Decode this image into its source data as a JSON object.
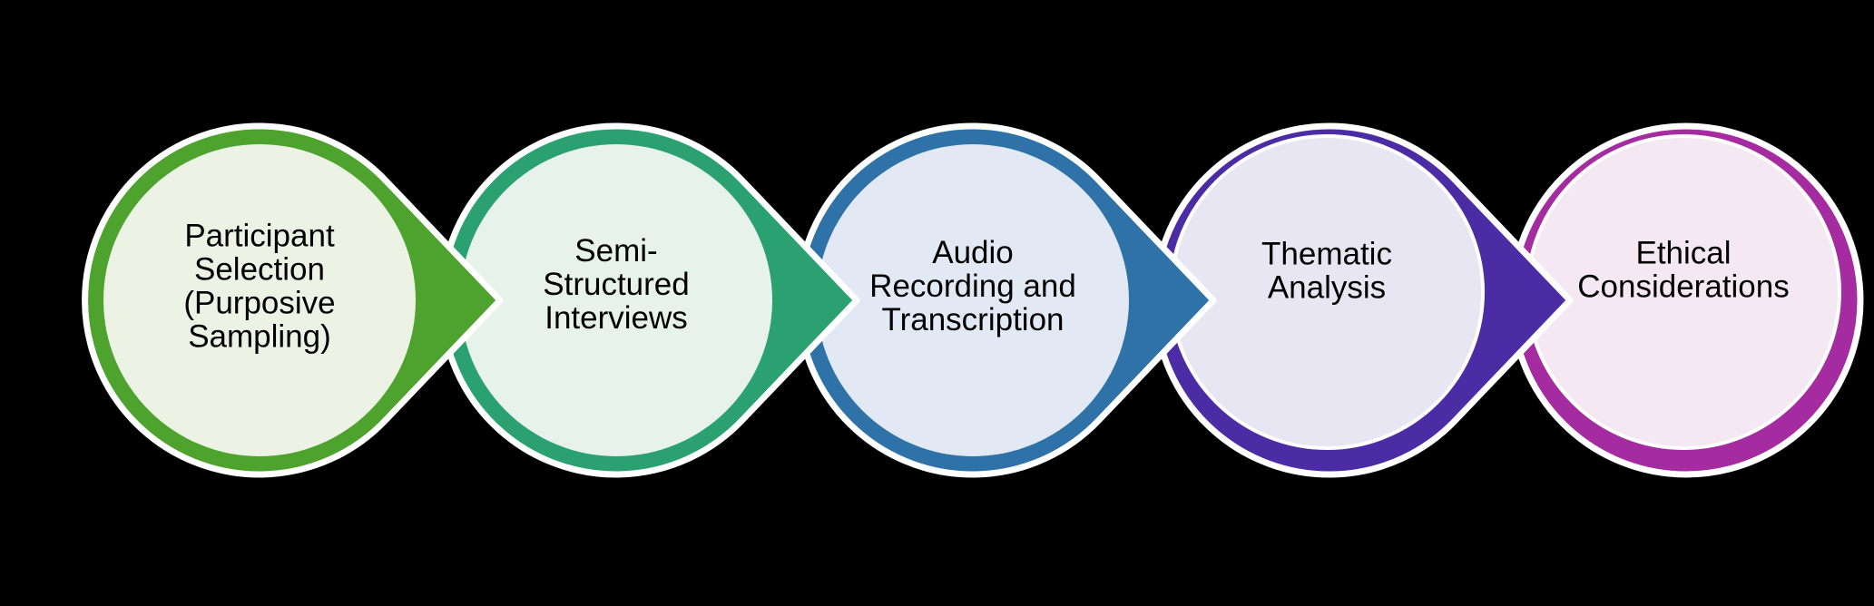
{
  "background_color": "#000000",
  "diagram": {
    "type": "horizontal-process-flow",
    "direction": "left-to-right",
    "connector_style": "circle-with-arrow-point",
    "outline_color": "#FFFFFF",
    "text_color": "#000000",
    "steps": [
      {
        "label": "Participant Selection (Purposive Sampling)",
        "lines": [
          "Participant",
          "Selection",
          "(Purposive",
          "Sampling)"
        ],
        "shape": "circle-with-arrow",
        "border_color": "#4DA32D",
        "fill_color": "#ECF3E5"
      },
      {
        "label": "Semi-Structured Interviews",
        "lines": [
          "Semi-",
          "Structured",
          "Interviews"
        ],
        "shape": "circle-with-arrow",
        "border_color": "#2BA172",
        "fill_color": "#E7F2EC"
      },
      {
        "label": "Audio Recording and Transcription",
        "lines": [
          "Audio",
          "Recording and",
          "Transcription"
        ],
        "shape": "circle-with-arrow",
        "border_color": "#2E72A8",
        "fill_color": "#E2E9F4"
      },
      {
        "label": "Thematic Analysis",
        "lines": [
          "Thematic",
          "Analysis"
        ],
        "shape": "circle-with-arrow",
        "border_color": "#4B2CA5",
        "fill_color": "#E9E6F4"
      },
      {
        "label": "Ethical Considerations",
        "lines": [
          "Ethical",
          "Considerations"
        ],
        "shape": "circle",
        "border_color": "#A42BA0",
        "fill_color": "#F4E8F3"
      }
    ]
  }
}
